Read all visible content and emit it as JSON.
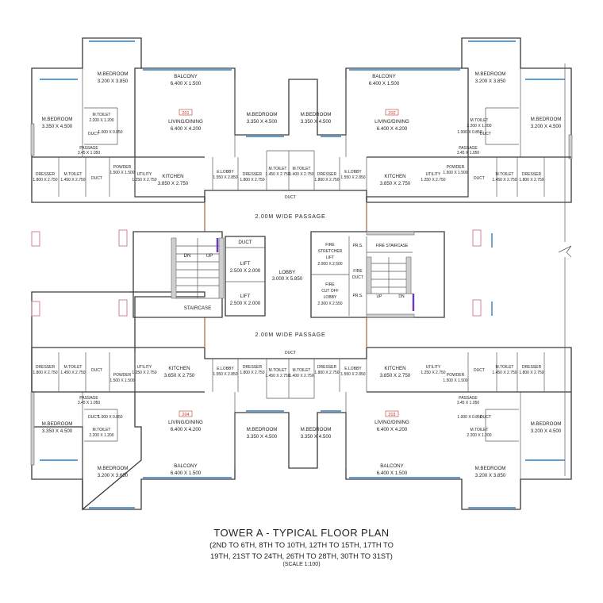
{
  "title": "TOWER A - TYPICAL FLOOR PLAN",
  "floors_line1": "(2ND TO 6TH, 8TH TO 10TH, 12TH TO 15TH, 17TH TO",
  "floors_line2": "19TH, 21ST TO 24TH, 26TH TO 28TH, 30TH TO 31ST)",
  "scale": "(SCALE 1:100)",
  "passage_label": "2.00M WIDE PASSAGE",
  "flat_numbers": [
    "201",
    "202",
    "204",
    "203"
  ],
  "rooms": {
    "balcony": {
      "name": "BALCONY",
      "size": "6.400 X 1.500"
    },
    "living_dining": {
      "name": "LIVING/DINING",
      "size_a": "6.400 X 4.200",
      "size_b": "6.400 X 4.200"
    },
    "mbed_top": {
      "name": "M.BEDROOM",
      "size": "3.200 X 3.850"
    },
    "mbed_top_b": {
      "name": "M.BEDROOM",
      "size": "3.200 X 3.650"
    },
    "mbed_outer": {
      "name": "M.BEDROOM",
      "size": "3.350 X 4.500"
    },
    "mbed_outer_r": {
      "name": "M.BEDROOM",
      "size": "3.200 X 4.500"
    },
    "mbed_inner": {
      "name": "M.BEDROOM",
      "size": "3.350 X 4.500"
    },
    "kitchen": {
      "name": "KITCHEN",
      "size": "3.850 X 2.750"
    },
    "kitchen_b": {
      "name": "KITCHEN",
      "size": "3.650 X 2.750"
    },
    "mtoilet": {
      "name": "M.TOILET",
      "size": "2.200 X 1.200"
    },
    "mtoilet_small": {
      "name": "M.TOILET",
      "size": "1.450 X 2.750"
    },
    "mtoilet_small_b": {
      "name": "M.TOILET",
      "size": "1.400 X 2.750"
    },
    "duct": "DUCT",
    "duct_box": {
      "size": "1.000 X 0.850"
    },
    "passage": {
      "name": "PASSAGE",
      "size": "3.45 X 1.050"
    },
    "powder": {
      "name": "POWDER",
      "size": "1.500 X 1.500"
    },
    "utility": {
      "name": "UTILITY",
      "size": "1.250 X 2.750"
    },
    "dresser": {
      "name": "DRESSER",
      "size": "1.800 X 2.750"
    },
    "elobby": {
      "name": "E.LOBBY",
      "size": "1.550 X 2.850"
    },
    "elobby_b": {
      "name": "E.LOBBY",
      "size": "1.550 X 2.850"
    }
  },
  "core": {
    "staircase": "STAIRCASE",
    "dn": "DN",
    "up": "UP",
    "lift": "LIFT",
    "lift_size": "2.500 X 2.000",
    "lobby": "LOBBY",
    "lobby_size": "3.000 X 5.850",
    "fire_stretcher_line1": "FIRE",
    "fire_stretcher_line2": "STRETCHER",
    "fire_stretcher_line3": "LIFT",
    "fire_stretcher_size": "2.000 X 2.500",
    "fire_duct_line1": "FIRE",
    "fire_duct_line2": "DUCT",
    "fire_cutoff_line1": "FIRE",
    "fire_cutoff_line2": "CUT OFF",
    "fire_cutoff_line3": "LOBBY",
    "fire_cutoff_size": "2.300 X 2.550",
    "fire_staircase": "FIRE STAIRCASE",
    "prs": "PR.S."
  }
}
